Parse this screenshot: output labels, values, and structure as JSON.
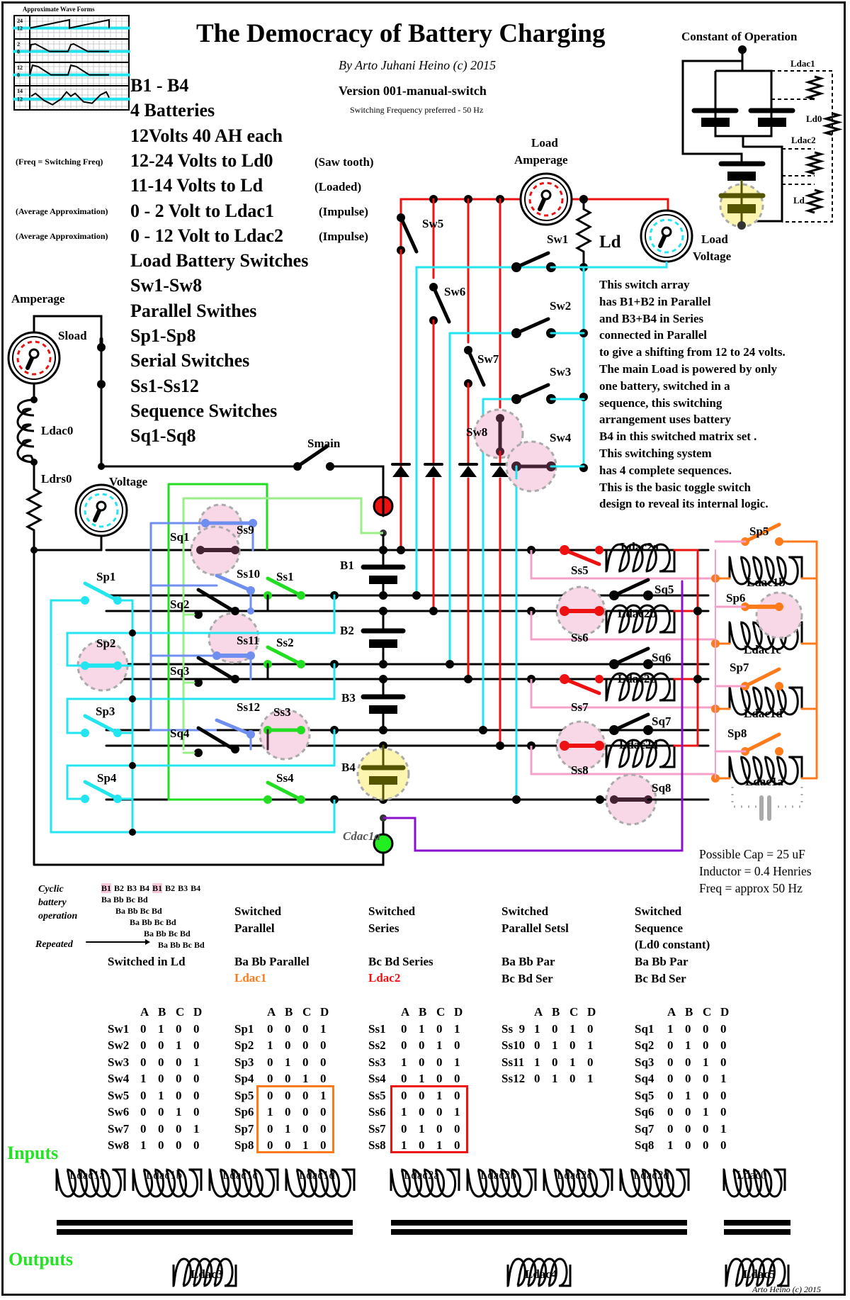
{
  "header": {
    "title": "The Democracy of Battery Charging",
    "byline": "By Arto Juhani Heino (c) 2015",
    "version": "Version 001-manual-switch",
    "switching_frequency": "Switching Frequency preferred - 50 Hz"
  },
  "waveforms": {
    "title": "Approximate Wave Forms",
    "panels": [
      {
        "top_label": "24",
        "base_label": "12",
        "shape": "sawtooth"
      },
      {
        "top_label": "2",
        "base_label": "0",
        "shape": "impulse-small"
      },
      {
        "top_label": "12",
        "base_label": "0",
        "shape": "impulse-large"
      },
      {
        "top_label": "14",
        "base_label": "12",
        "shape": "ripple"
      }
    ]
  },
  "specs": {
    "lines": [
      "B1 - B4",
      "4 Batteries",
      "12Volts 40 AH each",
      "12-24 Volts to Ld0",
      "11-14 Volts to Ld",
      "0 - 2 Volt to Ldac1",
      "0 - 12 Volt to Ldac2",
      "Load Battery Switches",
      "Sw1-Sw8",
      "Parallel Swithes",
      "Sp1-Sp8",
      "Serial Switches",
      "Ss1-Ss12",
      "Sequence Switches",
      "Sq1-Sq8"
    ],
    "left_notes": {
      "freq": "(Freq = Switching Freq)",
      "avg1": "(Average Approximation)",
      "avg2": "(Average Approximation)"
    },
    "right_notes": {
      "sawtooth": "(Saw tooth)",
      "loaded": "(Loaded)",
      "impulse1": "(Impulse)",
      "impulse2": "(Impulse)"
    }
  },
  "constant": {
    "title": "Constant of Operation",
    "labels": {
      "ldac1": "Ldac1",
      "ld0": "Ld0",
      "ldac2": "Ldac2",
      "ld": "Ld"
    }
  },
  "circuit": {
    "meters": {
      "amperage": "Amperage",
      "voltage": "Voltage",
      "load_amperage_1": "Load",
      "load_amperage_2": "Amperage",
      "load_voltage_1": "Load",
      "load_voltage_2": "Voltage"
    },
    "components": {
      "sload": "Sload",
      "ldac0": "Ldac0",
      "ldrs0": "Ldrs0",
      "smain": "Smain",
      "ld": "Ld",
      "batteries": [
        "B1",
        "B2",
        "B3",
        "B4"
      ],
      "sw": [
        "Sw1",
        "Sw2",
        "Sw3",
        "Sw4",
        "Sw5",
        "Sw6",
        "Sw7",
        "Sw8"
      ],
      "sp": [
        "Sp1",
        "Sp2",
        "Sp3",
        "Sp4",
        "Sp5",
        "Sp6",
        "Sp7",
        "Sp8"
      ],
      "ss": [
        "Ss1",
        "Ss2",
        "Ss3",
        "Ss4",
        "Ss5",
        "Ss6",
        "Ss7",
        "Ss8",
        "Ss9",
        "Ss10",
        "Ss11",
        "Ss12"
      ],
      "sq": [
        "Sq1",
        "Sq2",
        "Sq3",
        "Sq4",
        "Sq5",
        "Sq6",
        "Sq7",
        "Sq8"
      ],
      "ldac2": [
        "Ldac2a",
        "Ldac2b",
        "Ldac2c",
        "Ldac2d"
      ],
      "ldac1": [
        "Ldac1b",
        "Ldac1c",
        "Ldac1d",
        "Ldac1a"
      ],
      "cap": "Cdac1a"
    },
    "colors": {
      "wire": "#000000",
      "red": "#ee1111",
      "cyan": "#22e5f0",
      "green": "#22dd22",
      "light_green": "#99ee88",
      "blue": "#6f8ff0",
      "orange": "#ff7a1a",
      "pink": "#f4a0c8",
      "purple": "#8a11cc",
      "highlight_pink": "#f8d8e6",
      "highlight_yellow": "#fbf5b0",
      "column_a": "#fbe08a"
    }
  },
  "description": [
    "This switch array",
    "has B1+B2 in Parallel",
    "and B3+B4 in Series",
    "connected in Parallel",
    "to give a shifting from 12 to 24 volts.",
    "The main Load is powered by only",
    "one battery, switched in a",
    "sequence, this switching",
    "arrangement uses battery",
    "B4 in this switched matrix set .",
    "This switching system",
    "has 4 complete sequences.",
    "This is the basic toggle switch",
    "design to reveal its internal logic."
  ],
  "capacitor_note": [
    "Possible Cap = 25 uF",
    "Inductor = 0.4 Henries",
    "Freq = approx 50 Hz"
  ],
  "cyclic": {
    "label": [
      "Cyclic",
      "battery",
      "operation"
    ],
    "repeated": "Repeated",
    "top_row": [
      "B1",
      "B2",
      "B3",
      "B4",
      "B1",
      "B2",
      "B3",
      "B4"
    ],
    "rows": [
      "Ba Bb Bc Bd",
      "Ba Bb Bc Bd",
      "Ba Bb Bc Bd",
      "Ba Bb Bc Bd",
      "Ba Bb Bc Bd"
    ]
  },
  "tables": [
    {
      "heading": [],
      "subheading": [
        "Switched in Ld"
      ],
      "accent": "",
      "columns": [
        "A",
        "B",
        "C",
        "D"
      ],
      "rows": [
        {
          "name": "Sw1",
          "values": [
            0,
            1,
            0,
            0
          ]
        },
        {
          "name": "Sw2",
          "values": [
            0,
            0,
            1,
            0
          ]
        },
        {
          "name": "Sw3",
          "values": [
            0,
            0,
            0,
            1
          ]
        },
        {
          "name": "Sw4",
          "values": [
            1,
            0,
            0,
            0
          ]
        },
        {
          "name": "Sw5",
          "values": [
            0,
            1,
            0,
            0
          ]
        },
        {
          "name": "Sw6",
          "values": [
            0,
            0,
            1,
            0
          ]
        },
        {
          "name": "Sw7",
          "values": [
            0,
            0,
            0,
            1
          ]
        },
        {
          "name": "Sw8",
          "values": [
            1,
            0,
            0,
            0
          ]
        }
      ]
    },
    {
      "heading": [
        "Switched",
        "Parallel"
      ],
      "subheading": [
        "Ba Bb Parallel"
      ],
      "accent": "Ldac1",
      "accent_color": "#ff7a1a",
      "columns": [
        "A",
        "B",
        "C",
        "D"
      ],
      "boxed_rows": [
        4,
        7
      ],
      "rows": [
        {
          "name": "Sp1",
          "values": [
            0,
            0,
            0,
            1
          ]
        },
        {
          "name": "Sp2",
          "values": [
            1,
            0,
            0,
            0
          ]
        },
        {
          "name": "Sp3",
          "values": [
            0,
            1,
            0,
            0
          ]
        },
        {
          "name": "Sp4",
          "values": [
            0,
            0,
            1,
            0
          ]
        },
        {
          "name": "Sp5",
          "values": [
            0,
            0,
            0,
            1
          ]
        },
        {
          "name": "Sp6",
          "values": [
            1,
            0,
            0,
            0
          ]
        },
        {
          "name": "Sp7",
          "values": [
            0,
            1,
            0,
            0
          ]
        },
        {
          "name": "Sp8",
          "values": [
            0,
            0,
            1,
            0
          ]
        }
      ]
    },
    {
      "heading": [
        "Switched",
        "Series"
      ],
      "subheading": [
        "Bc Bd Series"
      ],
      "accent": "Ldac2",
      "accent_color": "#ee1111",
      "columns": [
        "A",
        "B",
        "C",
        "D"
      ],
      "boxed_rows": [
        4,
        7
      ],
      "rows": [
        {
          "name": "Ss1",
          "values": [
            0,
            1,
            0,
            1
          ]
        },
        {
          "name": "Ss2",
          "values": [
            0,
            0,
            1,
            0
          ]
        },
        {
          "name": "Ss3",
          "values": [
            1,
            0,
            0,
            1
          ]
        },
        {
          "name": "Ss4",
          "values": [
            0,
            1,
            0,
            0
          ]
        },
        {
          "name": "Ss5",
          "values": [
            0,
            0,
            1,
            0
          ]
        },
        {
          "name": "Ss6",
          "values": [
            1,
            0,
            0,
            1
          ]
        },
        {
          "name": "Ss7",
          "values": [
            0,
            1,
            0,
            0
          ]
        },
        {
          "name": "Ss8",
          "values": [
            1,
            0,
            1,
            0
          ]
        }
      ]
    },
    {
      "heading": [
        "Switched",
        "Parallel Setsl"
      ],
      "subheading": [
        "Ba Bb Par",
        "Bc Bd Ser"
      ],
      "accent": "",
      "columns": [
        "A",
        "B",
        "C",
        "D"
      ],
      "rows": [
        {
          "name": "Ss  9",
          "values": [
            1,
            0,
            1,
            0
          ]
        },
        {
          "name": "Ss10",
          "values": [
            0,
            1,
            0,
            1
          ]
        },
        {
          "name": "Ss11",
          "values": [
            1,
            0,
            1,
            0
          ]
        },
        {
          "name": "Ss12",
          "values": [
            0,
            1,
            0,
            1
          ]
        }
      ]
    },
    {
      "heading": [
        "Switched",
        "Sequence",
        "(Ld0 constant)"
      ],
      "subheading": [
        "Ba Bb Par",
        "Bc Bd Ser"
      ],
      "accent": "",
      "columns": [
        "A",
        "B",
        "C",
        "D"
      ],
      "rows": [
        {
          "name": "Sq1",
          "values": [
            1,
            0,
            0,
            0
          ]
        },
        {
          "name": "Sq2",
          "values": [
            0,
            1,
            0,
            0
          ]
        },
        {
          "name": "Sq3",
          "values": [
            0,
            0,
            1,
            0
          ]
        },
        {
          "name": "Sq4",
          "values": [
            0,
            0,
            0,
            1
          ]
        },
        {
          "name": "Sq5",
          "values": [
            0,
            1,
            0,
            0
          ]
        },
        {
          "name": "Sq6",
          "values": [
            0,
            0,
            1,
            0
          ]
        },
        {
          "name": "Sq7",
          "values": [
            0,
            0,
            0,
            1
          ]
        },
        {
          "name": "Sq8",
          "values": [
            1,
            0,
            0,
            0
          ]
        }
      ]
    }
  ],
  "transformers": {
    "inputs_label": "Inputs",
    "outputs_label": "Outputs",
    "groups": [
      {
        "inputs": [
          "Ldac1a",
          "Ldac1b",
          "Ldac1c",
          "Ldac1d"
        ],
        "output": "Ldac3"
      },
      {
        "inputs": [
          "Ldac2a",
          "Ldac2b",
          "Ldac2c",
          "Ldac2d"
        ],
        "output": "Ldac4"
      },
      {
        "inputs": [
          "Ldac0"
        ],
        "output": "Ldac5"
      }
    ]
  },
  "footer": {
    "credit": "Arto Heino (c) 2015"
  }
}
